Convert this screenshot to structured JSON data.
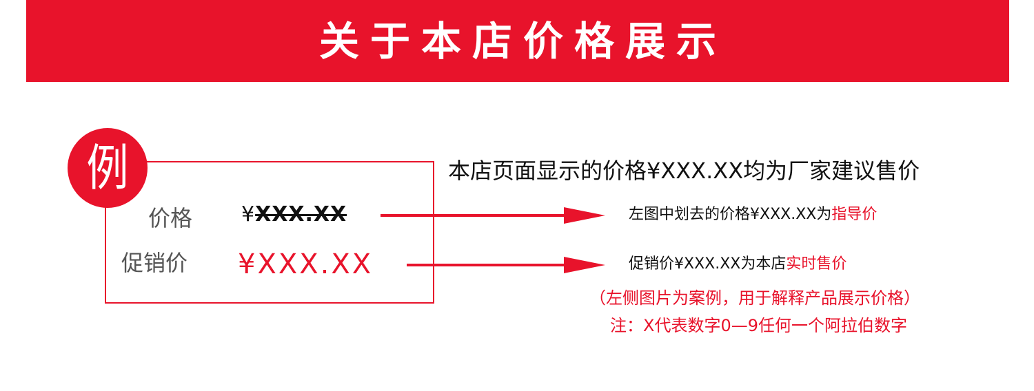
{
  "banner": {
    "title": "关于本店价格展示"
  },
  "example": {
    "badge": "例",
    "list_price_label": "价格",
    "list_price_currency": "¥",
    "list_price_value": "XXX.XX",
    "sale_price_label": "促销价",
    "sale_price_value": "¥XXX.XX"
  },
  "explanations": {
    "headline": "本店页面显示的价格¥XXX.XX均为厂家建议售价",
    "list_price_note_prefix": "左图中划去的价格¥XXX.XX为",
    "list_price_note_highlight": "指导价",
    "sale_price_note_prefix": "促销价¥XXX.XX为本店",
    "sale_price_note_highlight": "实时售价",
    "case_note": "（左侧图片为案例，用于解释产品展示价格）",
    "digit_note": "注：X代表数字0—9任何一个阿拉伯数字"
  },
  "colors": {
    "accent": "#e8132b",
    "text": "#111111",
    "muted": "#555555"
  },
  "icons": {
    "arrow": "right-arrow-icon"
  }
}
